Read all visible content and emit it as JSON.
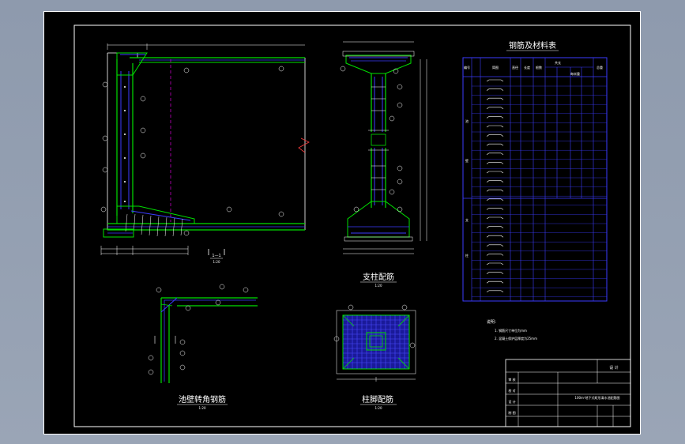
{
  "views": {
    "main_section": {
      "title": ""
    },
    "support_column": {
      "title": "支柱配筋",
      "scale": "1:20"
    },
    "pool_wall_corner": {
      "title": "池壁转角钢筋",
      "scale": "1:20"
    },
    "column_base": {
      "title": "柱脚配筋",
      "scale": "1:20"
    },
    "section_mark": {
      "label": "1—1",
      "scale": "1:20"
    }
  },
  "rebar_table": {
    "title": "钢筋及材料表",
    "headers": [
      "编号",
      "简图",
      "直径",
      "长度",
      "根数",
      "共长",
      "每米重",
      "总重"
    ],
    "group_labels": [
      "池",
      "壁",
      "支",
      "柱"
    ]
  },
  "notes": {
    "heading": "说明：",
    "items": [
      "1. 钢筋尺寸单位为mm",
      "2. 混凝土保护层厚度为25mm"
    ]
  },
  "title_block": {
    "project": "设 计",
    "drawing_name": "100m³地下式矩形清水池配筋图",
    "rows": [
      "审 核",
      "校 对",
      "设 计",
      "制 图"
    ]
  },
  "colors": {
    "background": "#000000",
    "frame": "#ffffff",
    "rebar_green": "#00e000",
    "rebar_blue": "#3b3bff",
    "dim_white": "#ffffff",
    "callout_yellow": "#ffff00",
    "accent_magenta": "#ff00ff",
    "hatch_blue": "#2222cc"
  }
}
